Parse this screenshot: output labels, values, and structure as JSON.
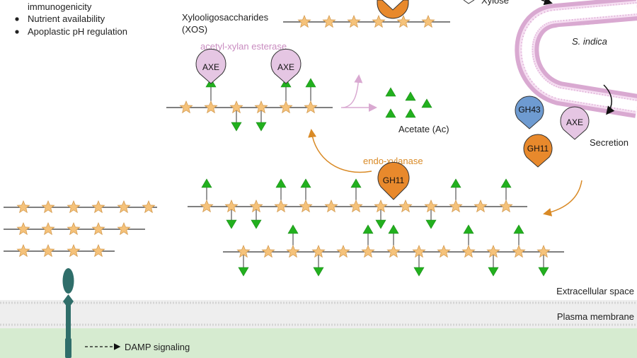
{
  "bullets": [
    "immunogenicity",
    "Nutrient availability",
    "Apoplastic pH regulation"
  ],
  "labels": {
    "xos_line1": "Xylooligosaccharides",
    "xos_line2": "(XOS)",
    "xylose": "Xylose",
    "s_indica": "S. indica",
    "axe_enzyme": "acetyl-xylan esterase",
    "acetate": "Acetate (Ac)",
    "secretion": "Secretion",
    "endo_xylanase": "endo-xylanase",
    "extracellular": "Extracellular space",
    "membrane": "Plasma membrane",
    "damp": "DAMP signaling"
  },
  "enzymes": {
    "axe": "AXE",
    "gh11": "GH11",
    "gh43": "GH43"
  },
  "colors": {
    "xylose_star": "#f5c27a",
    "acetyl_green": "#22b01e",
    "gh11_orange": "#e8892c",
    "axe_pink": "#e5c6e3",
    "gh43_blue": "#6e9bd1",
    "hyphae_pink": "#d9a9d1",
    "membrane_green": "#d6ebd0",
    "receptor_teal": "#2f6e6a",
    "axe_label": "#c98cc0",
    "endo_label": "#d98a26"
  }
}
